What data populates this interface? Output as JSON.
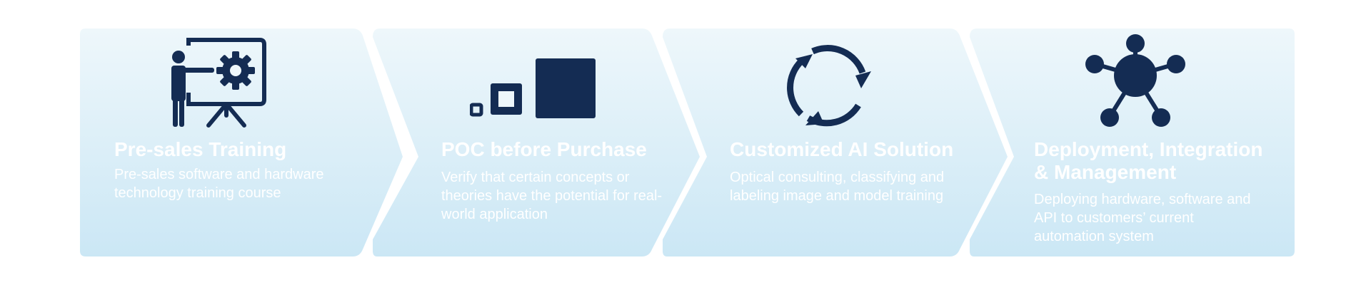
{
  "colors": {
    "icon": "#142c53",
    "gradient_top": "#eef7fb",
    "gradient_bottom": "#cbe7f5",
    "text": "#ffffff"
  },
  "steps": [
    {
      "icon": "presentation-gear-icon",
      "title": "Pre-sales Training",
      "description": "Pre-sales software and hardware technology training course"
    },
    {
      "icon": "growing-squares-icon",
      "title": "POC before Purchase",
      "description": "Verify that certain concepts or theories have the potential for real-world application"
    },
    {
      "icon": "cycle-arrows-icon",
      "title": "Customized AI Solution",
      "description": "Optical consulting, classifying and labeling image and model training"
    },
    {
      "icon": "network-hub-icon",
      "title": "Deployment, Integration & Management",
      "description": "Deploying hardware, software and API to customers’ current automation system"
    }
  ]
}
